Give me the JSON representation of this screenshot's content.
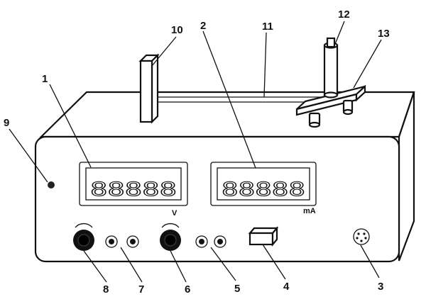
{
  "callouts": [
    {
      "id": "1",
      "label": "1"
    },
    {
      "id": "2",
      "label": "2"
    },
    {
      "id": "3",
      "label": "3"
    },
    {
      "id": "4",
      "label": "4"
    },
    {
      "id": "5",
      "label": "5"
    },
    {
      "id": "6",
      "label": "6"
    },
    {
      "id": "7",
      "label": "7"
    },
    {
      "id": "8",
      "label": "8"
    },
    {
      "id": "9",
      "label": "9"
    },
    {
      "id": "10",
      "label": "10"
    },
    {
      "id": "11",
      "label": "11"
    },
    {
      "id": "12",
      "label": "12"
    },
    {
      "id": "13",
      "label": "13"
    }
  ],
  "displays": {
    "voltage": {
      "digits": "88888",
      "unit": "V"
    },
    "current": {
      "digits": "88888",
      "unit": "mA"
    }
  }
}
